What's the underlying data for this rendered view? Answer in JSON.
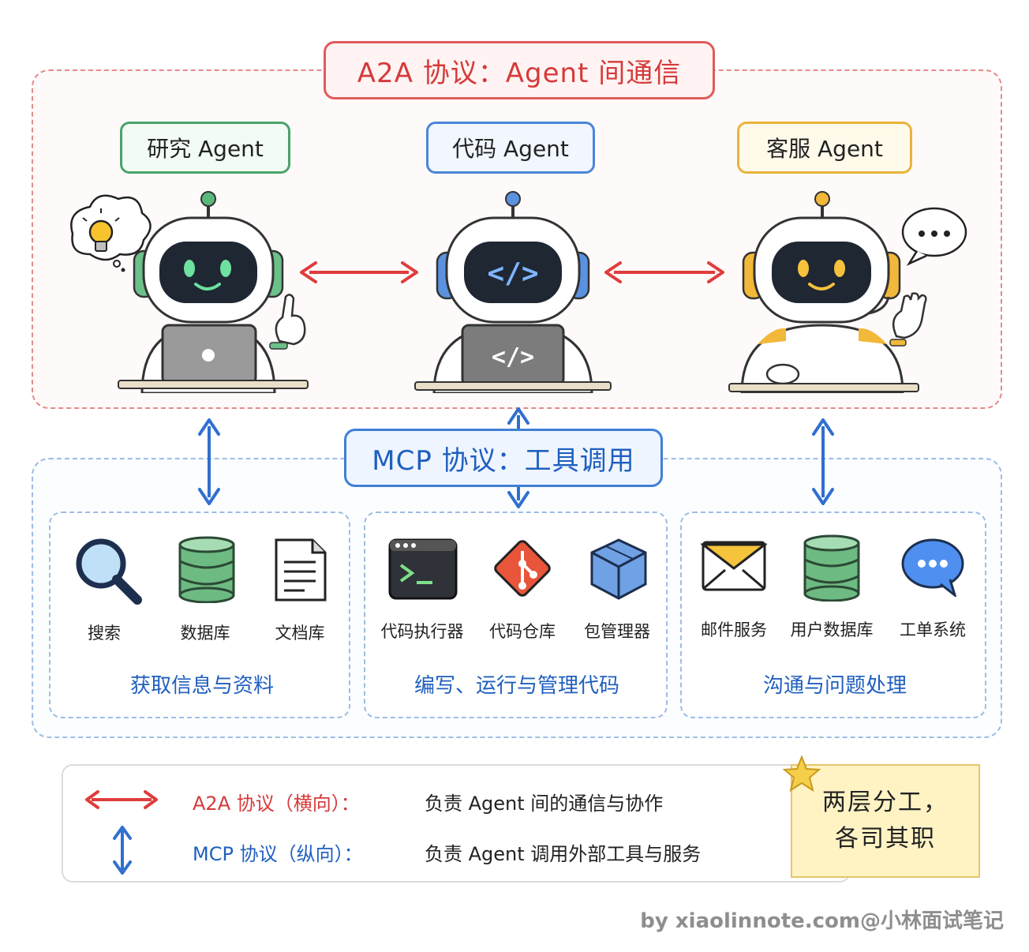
{
  "a2a": {
    "title": "A2A 协议：Agent 间通信"
  },
  "mcp": {
    "title": "MCP 协议：工具调用"
  },
  "agents": [
    {
      "label": "研究 Agent",
      "accent": "#4aa36b",
      "screen_icon": "laptop-dot-icon",
      "bubble": "lightbulb-icon"
    },
    {
      "label": "代码 Agent",
      "accent": "#4b86d8",
      "screen_icon": "code-brackets-icon",
      "bubble": ""
    },
    {
      "label": "客服 Agent",
      "accent": "#e8b43a",
      "screen_icon": "headset-icon",
      "bubble": "ellipsis-speech-icon"
    }
  ],
  "tool_groups": [
    {
      "caption": "获取信息与资料",
      "tools": [
        {
          "label": "搜索",
          "icon": "magnifier-icon"
        },
        {
          "label": "数据库",
          "icon": "database-icon"
        },
        {
          "label": "文档库",
          "icon": "document-icon"
        }
      ]
    },
    {
      "caption": "编写、运行与管理代码",
      "tools": [
        {
          "label": "代码执行器",
          "icon": "terminal-icon"
        },
        {
          "label": "代码仓库",
          "icon": "git-icon"
        },
        {
          "label": "包管理器",
          "icon": "package-icon"
        }
      ]
    },
    {
      "caption": "沟通与问题处理",
      "tools": [
        {
          "label": "邮件服务",
          "icon": "mail-icon"
        },
        {
          "label": "用户数据库",
          "icon": "database-icon"
        },
        {
          "label": "工单系统",
          "icon": "chat-bubble-icon"
        }
      ]
    }
  ],
  "legend": [
    {
      "name": "A2A 协议（横向）：",
      "desc": "负责 Agent 间的通信与协作",
      "color": "#d63a3a"
    },
    {
      "name": "MCP 协议（纵向）：",
      "desc": "负责 Agent 调用外部工具与服务",
      "color": "#1f5fbf"
    }
  ],
  "note": {
    "line1": "两层分工，",
    "line2": "各司其职"
  },
  "credit": "by xiaolinnote.com@小林面试笔记",
  "colors": {
    "a2a_red": "#e03c3c",
    "mcp_blue": "#2f6fd0"
  }
}
